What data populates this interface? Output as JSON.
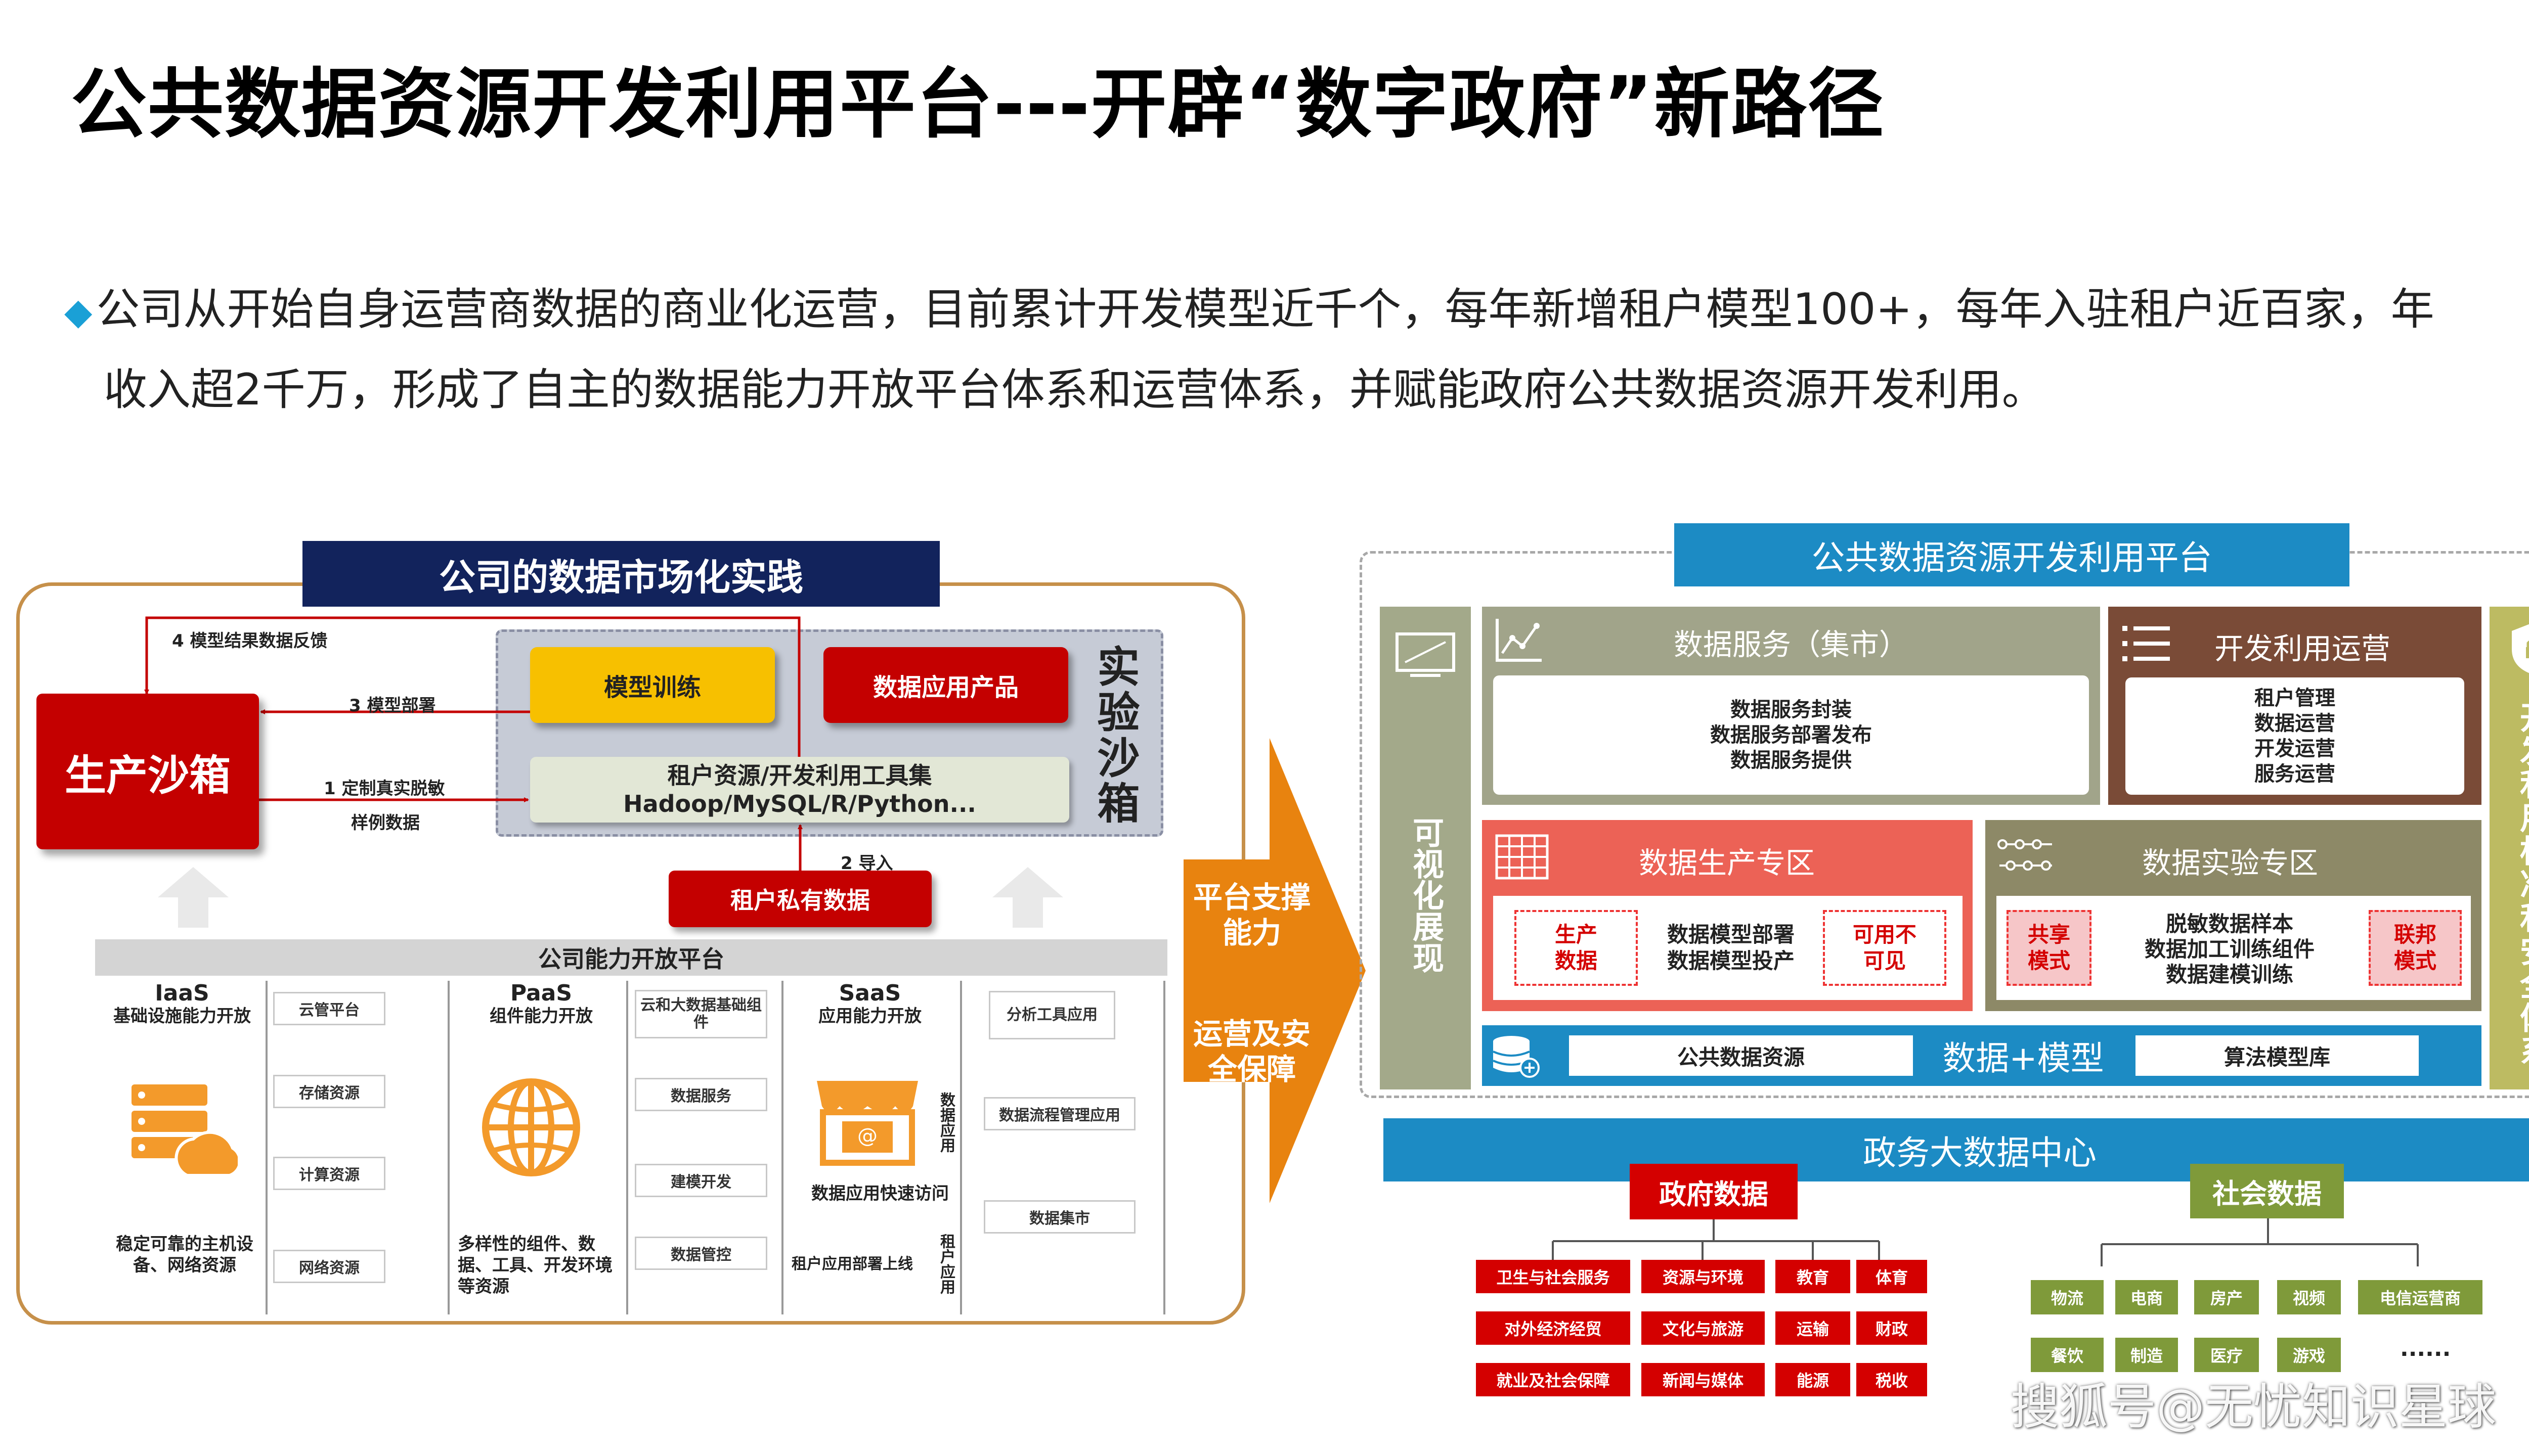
{
  "title": "公共数据资源开发利用平台---开辟“数字政府”新路径",
  "intro": {
    "line1": "公司从开始自身运营商数据的商业化运营，目前累计开发模型近千个，每年新增租户模型100+，每年入驻租户近百家，年",
    "line2": "收入超2千万，形成了自主的数据能力开放平台体系和运营体系，并赋能政府公共数据资源开发利用。"
  },
  "left": {
    "header": "公司的数据市场化实践",
    "production_sandbox": "生产沙箱",
    "experiment_sandbox": "实验沙箱",
    "model_training": "模型训练",
    "data_app_products": "数据应用产品",
    "tenant_resources_line1": "租户资源/开发利用工具集",
    "tenant_resources_line2": "Hadoop/MySQL/R/Python...",
    "tenant_private_data": "租户私有数据",
    "arrows": {
      "step4": "4 模型结果数据反馈",
      "step3": "3 模型部署",
      "step1_line1": "1 定制真实脱敏",
      "step1_line2": "样例数据",
      "step2": "2 导入"
    },
    "platform_bar": "公司能力开放平台",
    "iaas": {
      "title": "IaaS",
      "subtitle": "基础设施能力开放",
      "desc": "稳定可靠的主机设备、网络资源",
      "cells": [
        "云管平台",
        "存储资源",
        "计算资源",
        "网络资源"
      ]
    },
    "paas": {
      "title": "PaaS",
      "subtitle": "组件能力开放",
      "desc": "多样性的组件、数据、工具、开发环境等资源",
      "cells": [
        "云和大数据基础组件",
        "数据服务",
        "建模开发",
        "数据管控"
      ]
    },
    "saas": {
      "title": "SaaS",
      "subtitle": "应用能力开放",
      "desc1": "数据应用快速访问",
      "desc2": "租户应用部署上线",
      "vert1": "数据应用",
      "vert2": "租户应用",
      "cells": [
        "分析工具应用",
        "数据流程管理应用",
        "数据集市"
      ]
    }
  },
  "middle": {
    "text1": "平台支撑能力",
    "text2": "运营及安全保障",
    "arrow_color": "#e8830f"
  },
  "right": {
    "header": "公共数据资源开发利用平台",
    "visual": "可视化展现",
    "standards": "开发利用标准和安全体系",
    "data_service": {
      "title": "数据服务（集市）",
      "items": [
        "数据服务封装",
        "数据服务部署发布",
        "数据服务提供"
      ]
    },
    "dev_ops": {
      "title": "开发利用运营",
      "items": [
        "租户管理",
        "数据运营",
        "开发运营",
        "服务运营"
      ]
    },
    "data_production": {
      "title": "数据生产专区",
      "left": "生产数据",
      "middle1": "数据模型部署",
      "middle2": "数据模型投产",
      "right": "可用不可见"
    },
    "data_experiment": {
      "title": "数据实验专区",
      "left": "共享模式",
      "middle1": "脱敏数据样本",
      "middle2": "数据加工训练组件",
      "middle3": "数据建模训练",
      "right": "联邦模式"
    },
    "data_bar": {
      "left": "公共数据资源",
      "center": "数据+模型",
      "right": "算法模型库"
    },
    "gov_center": "政务大数据中心",
    "gov_data": {
      "title": "政府数据",
      "tags": [
        "卫生与社会服务",
        "资源与环境",
        "教育",
        "体育",
        "对外经济经贸",
        "文化与旅游",
        "运输",
        "财政",
        "就业及社会保障",
        "新闻与媒体",
        "能源",
        "税收"
      ]
    },
    "social_data": {
      "title": "社会数据",
      "tags": [
        "物流",
        "电商",
        "房产",
        "视频",
        "电信运营商",
        "餐饮",
        "制造",
        "医疗",
        "游戏"
      ],
      "more": "......"
    }
  },
  "watermark": "搜狐号@无忧知识星球",
  "colors": {
    "navy": "#12235c",
    "red": "#c40000",
    "yellow": "#f7c000",
    "blue": "#1c8bc4",
    "olive": "#a1a48a",
    "brown": "#7a4b37",
    "coral": "#ec6256",
    "khaki": "#8d8967",
    "green": "#7f9a3a",
    "orange": "#e8830f"
  }
}
